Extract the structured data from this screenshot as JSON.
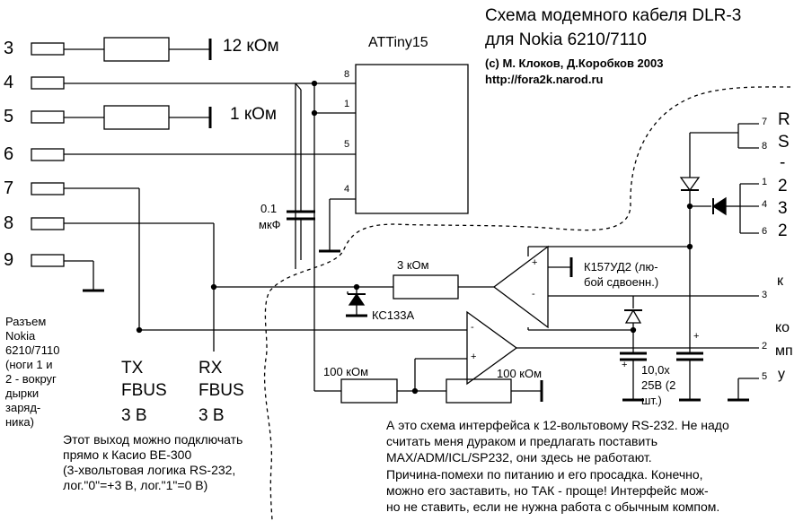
{
  "header": {
    "title_line1": "Схема модемного кабеля DLR-3",
    "title_line2": "для Nokia 6210/7110",
    "authors": "(c) М. Клоков, Д.Коробков 2003",
    "url": "http://fora2k.narod.ru"
  },
  "nokia_pins": [
    "3",
    "4",
    "5",
    "6",
    "7",
    "8",
    "9"
  ],
  "resistors": {
    "r_pin3": "12 кОм",
    "r_pin5": "1 кОм",
    "r_3k": "3 кОм",
    "r_100k_1": "100 кОм",
    "r_100k_2": "100 кОм"
  },
  "mcu": {
    "name": "ATTiny15",
    "pins": [
      "8",
      "1",
      "5",
      "4"
    ]
  },
  "capacitor_01": {
    "line1": "0.1",
    "line2": "мкФ"
  },
  "zener": "КС133А",
  "opamp": {
    "line1": "К157УД2 (лю-",
    "line2": "бой сдвоенн.)"
  },
  "opamp_pin_signs": [
    "+",
    "-",
    "-",
    "+"
  ],
  "cap_10": {
    "line1": "10,0х",
    "line2": "25В (2",
    "line3": "шт.)",
    "plus": [
      "+",
      "+"
    ]
  },
  "rs232": {
    "label_chars": [
      "R",
      "S",
      "-",
      "2",
      "3",
      "2"
    ],
    "connector_label": [
      "к",
      "ко",
      "мп",
      "у"
    ],
    "pins": [
      "7",
      "8",
      "1",
      "4",
      "6",
      "3",
      "2",
      "5"
    ]
  },
  "signals": {
    "tx": {
      "line1": "TX",
      "line2": "FBUS",
      "line3": "3 В"
    },
    "rx": {
      "line1": "RX",
      "line2": "FBUS",
      "line3": "3 В"
    }
  },
  "connector_note": [
    "Разъем",
    "Nokia",
    "6210/7110",
    "(ноги 1 и",
    "2 - вокруг",
    "дырки",
    "заряд-",
    "ника)"
  ],
  "casio_note": [
    "Этот выход можно подключать",
    "прямо к Касио ВЕ-300",
    "(3-хвольтовая логика RS-232,",
    "лог.\"0\"=+3 В, лог.\"1\"=0 В)"
  ],
  "interface_note": [
    "А это схема интерфейса к 12-вольтовому RS-232. Не надо",
    "считать меня дураком и предлагать поставить",
    "MAX/ADM/ICL/SP232, они здесь не работают.",
    "Причина-помехи по питанию и его просадка. Конечно,",
    "можно его заставить, но ТАК - проще! Интерфейс мож-",
    "но не ставить, если не нужна работа с обычным компом."
  ]
}
